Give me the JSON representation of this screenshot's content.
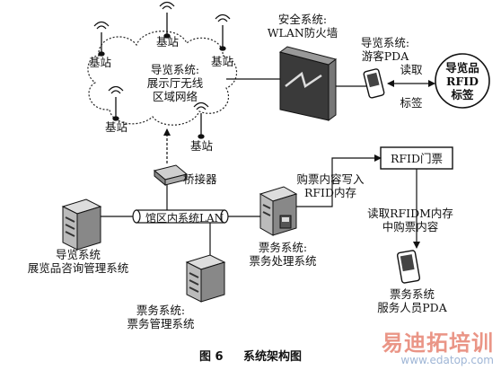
{
  "labels": {
    "station_1": "基站",
    "station_2": "基站",
    "station_3": "基站",
    "station_4": "基站",
    "station_5": "基站",
    "wlan_title": "导览系统:",
    "wlan_line2": "展示厅无线",
    "wlan_line3": "区域网络",
    "security_line1": "安全系统:",
    "security_line2": "WLAN防火墙",
    "guide_pda_line1": "导览系统:",
    "guide_pda_line2": "游客PDA",
    "read_tag_line1": "读取",
    "read_tag_line2": "标签",
    "rfid_tag_line1": "导览品",
    "rfid_tag_line2": "RFID",
    "rfid_tag_line3": "标签",
    "bridge": "桥接器",
    "lan": "馆区内系统LAN",
    "rfid_ticket": "RFID门票",
    "write_line1": "购票内容写入",
    "write_line2": "RFID内存",
    "read_mem_line1": "读取RFIDM内存",
    "read_mem_line2": "中购票内容",
    "guide_server_line1": "导览系统",
    "guide_server_line2": "展览品咨询管理系统",
    "ticket_proc_line1": "票务系统:",
    "ticket_proc_line2": "票务处理系统",
    "ticket_mgmt_line1": "票务系统:",
    "ticket_mgmt_line2": "票务管理系统",
    "staff_pda_line1": "票务系统",
    "staff_pda_line2": "服务人员PDA"
  },
  "caption": {
    "figure": "图 6",
    "title": "系统架构图"
  },
  "watermark": {
    "brand": "易迪拓培训",
    "url": "www.edatop.com"
  }
}
